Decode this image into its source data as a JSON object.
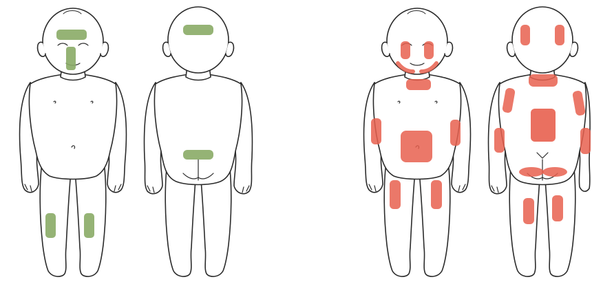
{
  "colors": {
    "background": "#ffffff",
    "outline": "#2b2b2b",
    "green_zone": "#8aab66",
    "red_zone": "#e8604f"
  },
  "figures": [
    {
      "id": "green-front",
      "view": "front",
      "zone_color": "green",
      "zones": [
        "forehead",
        "nose-bridge",
        "left-shin",
        "right-shin"
      ]
    },
    {
      "id": "green-back",
      "view": "back",
      "zone_color": "green",
      "zones": [
        "back-of-head",
        "lower-back"
      ]
    },
    {
      "id": "red-front",
      "view": "front",
      "zone_color": "red",
      "zones": [
        "left-cheek",
        "right-cheek",
        "chin-arc-left",
        "chin-arc-right",
        "chest",
        "left-arm",
        "right-arm",
        "abdomen",
        "left-thigh",
        "right-thigh"
      ]
    },
    {
      "id": "red-back",
      "view": "back",
      "zone_color": "red",
      "zones": [
        "back-of-head-left",
        "back-of-head-right",
        "upper-back",
        "left-upper-arm",
        "right-upper-arm",
        "mid-back",
        "left-forearm",
        "right-forearm",
        "left-buttock",
        "right-buttock",
        "left-thigh-back",
        "right-thigh-back"
      ]
    }
  ]
}
